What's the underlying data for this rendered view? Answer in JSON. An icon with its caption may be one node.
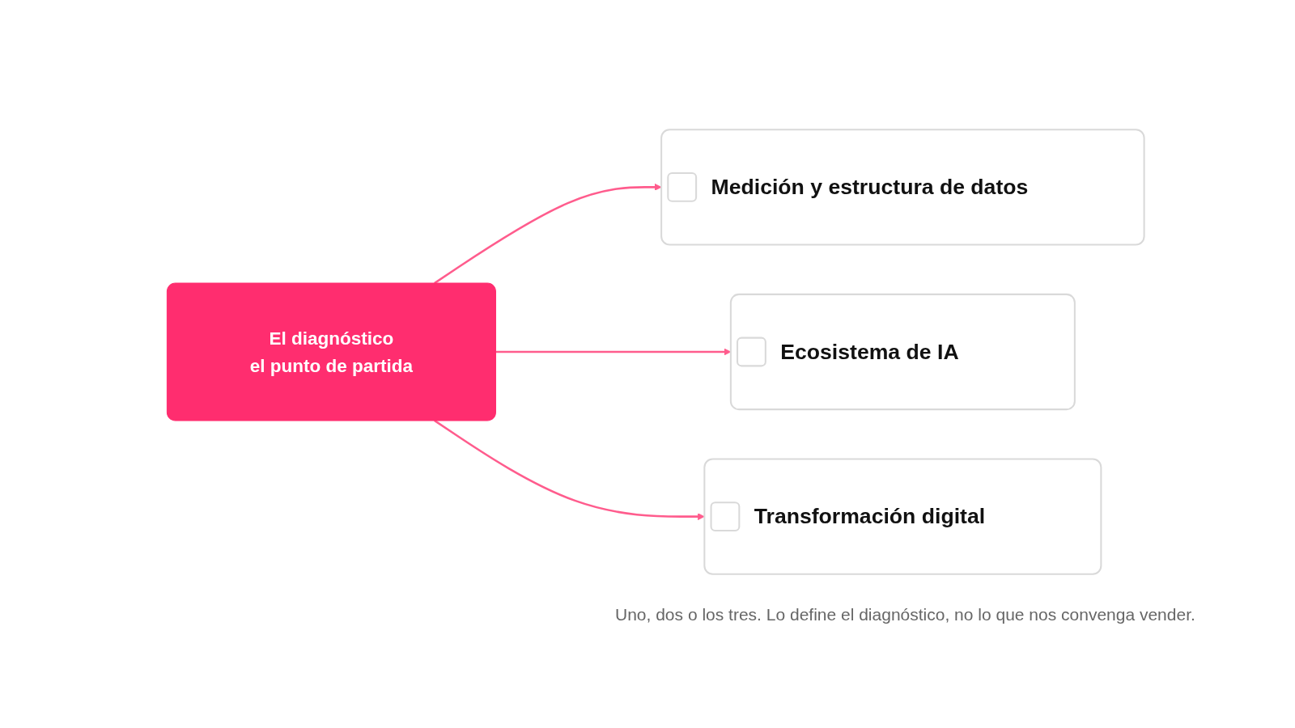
{
  "diagram": {
    "nodes": [
      {
        "text": [
          "El diagnóstico",
          "el punto de partida"
        ]
      },
      {
        "text": [
          "Medición y estructura de datos"
        ]
      },
      {
        "text": [
          "Ecosistema de IA"
        ]
      },
      {
        "text": [
          "Transformación digital"
        ]
      }
    ],
    "edges": [
      {
        "from": 0,
        "to": 1,
        "arrow": "to"
      },
      {
        "from": 0,
        "to": 2,
        "arrow": "to"
      },
      {
        "from": 0,
        "to": 3,
        "arrow": "to"
      }
    ],
    "labels": [
      "Uno, dos o los tres. Lo define el diagnóstico, no lo que nos convenga vender."
    ]
  }
}
